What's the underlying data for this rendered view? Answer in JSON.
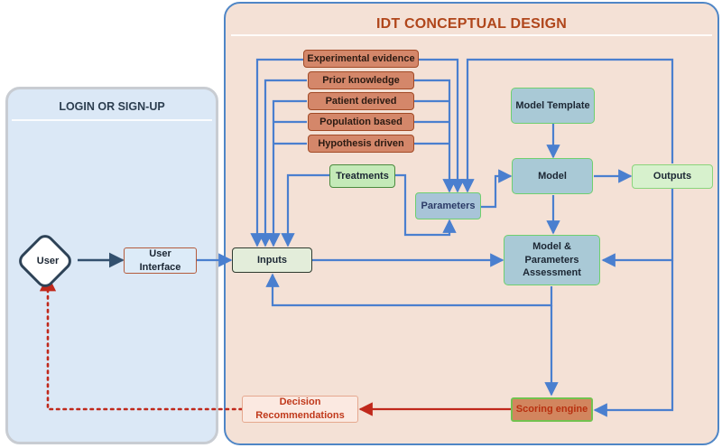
{
  "login_panel": {
    "title": "LOGIN OR SIGN-UP"
  },
  "idt_panel": {
    "title": "IDT CONCEPTUAL DESIGN"
  },
  "user": {
    "label": "User"
  },
  "user_interface": {
    "label": "User Interface"
  },
  "inputs": {
    "label": "Inputs"
  },
  "sources": [
    "Experimental evidence",
    "Prior knowledge",
    "Patient derived",
    "Population based",
    "Hypothesis driven"
  ],
  "treatments": {
    "label": "Treatments"
  },
  "parameters": {
    "label": "Parameters"
  },
  "model_template": {
    "label": "Model Template"
  },
  "model": {
    "label": "Model"
  },
  "outputs": {
    "label": "Outputs"
  },
  "assessment": {
    "label": "Model & Parameters Assessment"
  },
  "scoring_engine": {
    "label": "Scoring engine"
  },
  "decision": {
    "label": "Decision Recommendations"
  },
  "colors": {
    "arrow": "#4a7fcf",
    "feedback": "#c0281b",
    "dark_arrow": "#33506e"
  }
}
